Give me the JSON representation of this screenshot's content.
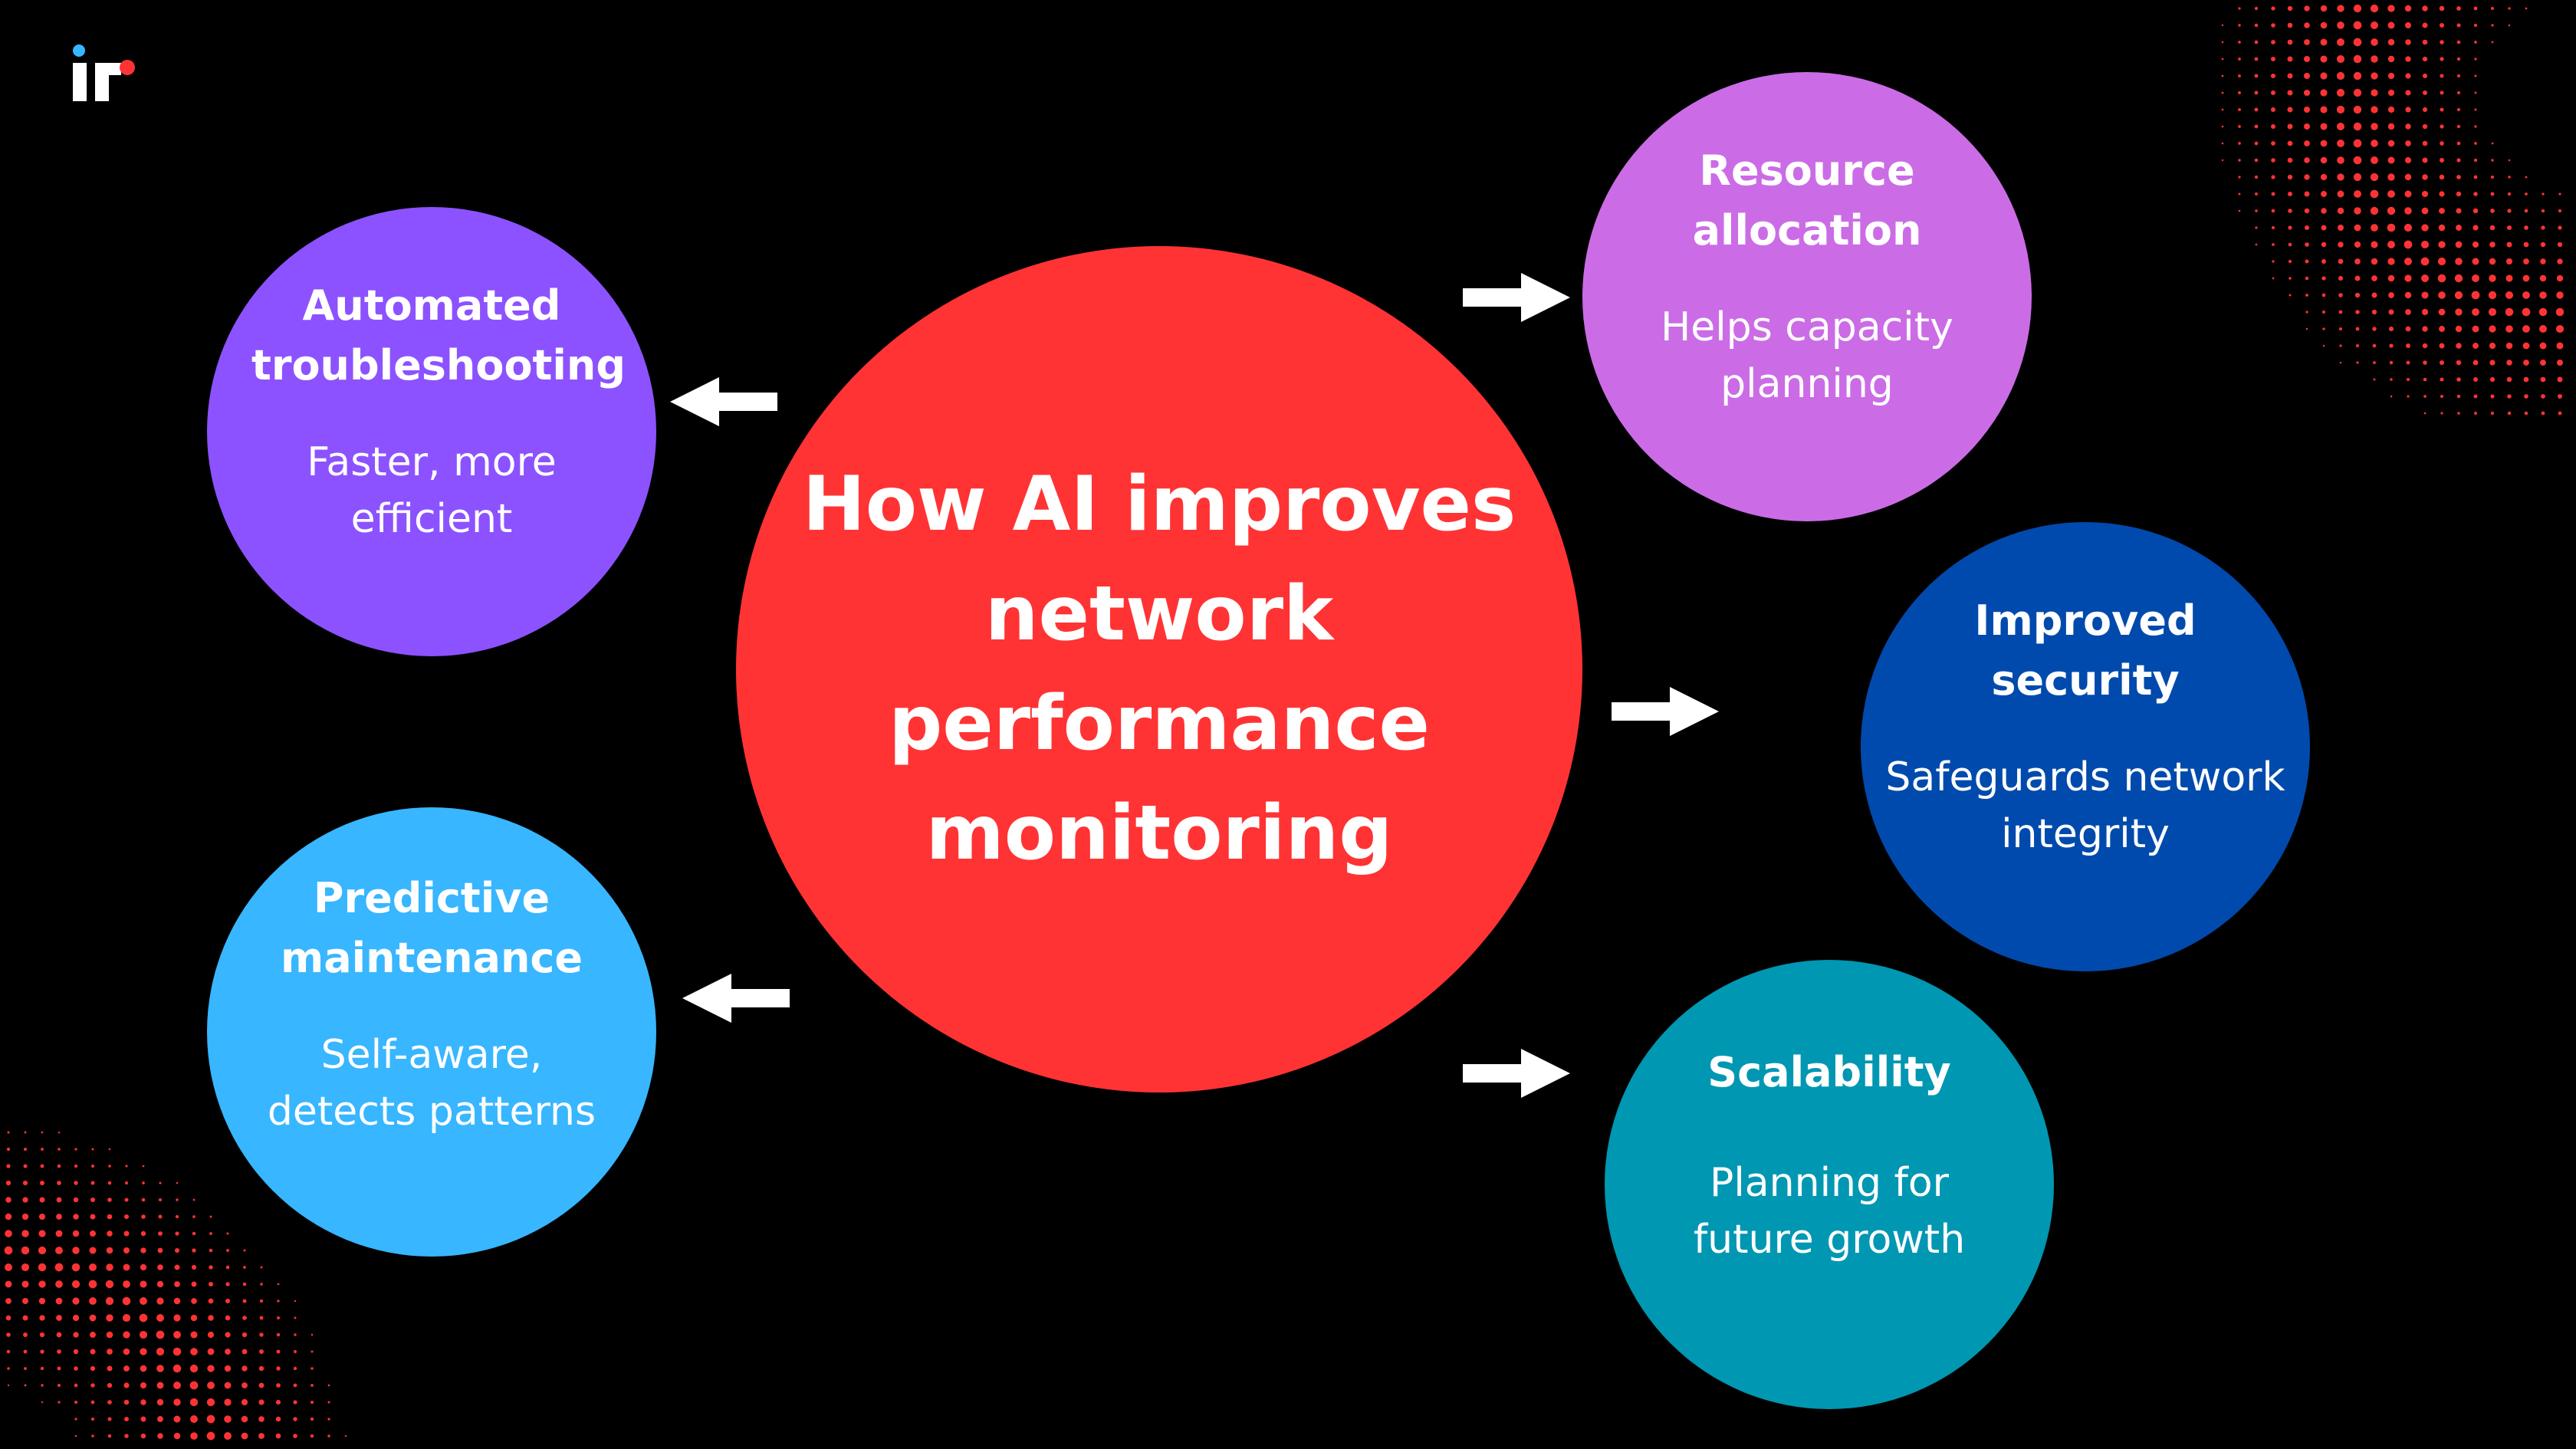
{
  "center": {
    "title": "How AI improves network performance monitoring"
  },
  "nodes": [
    {
      "id": "automated-troubleshooting",
      "title": "Automated troubleshooting",
      "desc": "Faster, more efficient"
    },
    {
      "id": "predictive-maintenance",
      "title": "Predictive maintenance",
      "desc": "Self-aware, detects patterns"
    },
    {
      "id": "resource-allocation",
      "title": "Resource allocation",
      "desc": "Helps capacity planning"
    },
    {
      "id": "improved-security",
      "title": "Improved security",
      "desc": "Safeguards network integrity"
    },
    {
      "id": "scalability",
      "title": "Scalability",
      "desc": "Planning for future growth"
    }
  ],
  "colors": {
    "background": "#000000",
    "center": "#ff3334",
    "automated": "#8c52ff",
    "predictive": "#38b6ff",
    "resource": "#cb6ce6",
    "security": "#004aad",
    "scalability": "#0097b2",
    "dots": "#ff3334",
    "arrow": "#ffffff"
  },
  "icons": [
    "logo-icon",
    "arrow-left-icon",
    "arrow-right-icon",
    "dot-pattern-decoration"
  ]
}
